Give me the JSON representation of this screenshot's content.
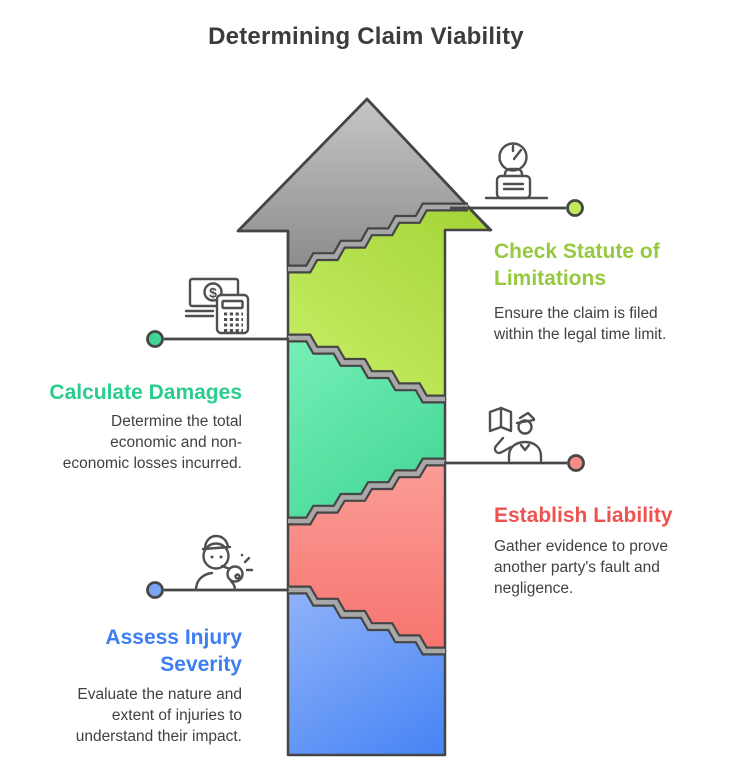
{
  "title": "Determining Claim Viability",
  "palette": {
    "outline": "#454545",
    "stair_band": "#a8a8a8",
    "arrow_head_light": "#c6c6c6",
    "arrow_head_dark": "#8a8a8a",
    "body_text": "#414141",
    "title_text": "#3c3c3c"
  },
  "steps": [
    {
      "name": "assess-injury-severity",
      "heading": "Assess Injury Severity",
      "description": "Evaluate the nature and extent of injuries to understand their impact.",
      "accent": "#3d7ef2",
      "fill_light": "#8cb0f8",
      "fill_dark": "#4a86f5",
      "dot_color": "#7aa5f3",
      "icon": "whistle-person-icon"
    },
    {
      "name": "establish-liability",
      "heading": "Establish Liability",
      "description": "Gather evidence to prove another party's fault and negligence.",
      "accent": "#ef5350",
      "fill_light": "#fb9d97",
      "fill_dark": "#f7736e",
      "dot_color": "#f58b86",
      "icon": "officer-book-icon"
    },
    {
      "name": "calculate-damages",
      "heading": "Calculate Damages",
      "description": "Determine the total economic and non-economic losses incurred.",
      "accent": "#2bcd8f",
      "fill_light": "#74eeb6",
      "fill_dark": "#3ed492",
      "dot_color": "#40d796",
      "icon": "money-calculator-icon"
    },
    {
      "name": "check-statute-of-limitations",
      "heading": "Check Statute of Limitations",
      "description": "Ensure the claim is filed within the legal time limit.",
      "accent": "#97c93e",
      "fill_light": "#c9ef68",
      "fill_dark": "#a6d63a",
      "dot_color": "#c2ea5f",
      "icon": "deadline-clock-briefcase-icon"
    }
  ]
}
